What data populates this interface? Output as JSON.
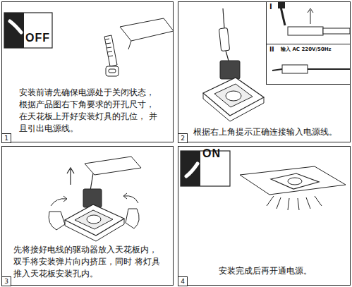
{
  "diagram": {
    "nodes": [
      {
        "text": [
          "安装前请先确保电源处于关闭状态， 根据产品图右下角要求的开孔尺寸， 在天花板上开好安装灯具的孔位， 并且引出电源线。"
        ]
      },
      {
        "text": [
          "1"
        ],
        "in": 0
      },
      {
        "text": [
          "根据右上角提示正确连接输入电源线。"
        ]
      },
      {
        "text": [
          "2"
        ],
        "in": 2
      },
      {
        "text": [
          "I"
        ],
        "in": 2
      },
      {
        "text": [
          "II",
          "输入 AC 220V/50Hz"
        ],
        "in": 2
      },
      {
        "text": [
          "先将接好电线的驱动器放入天花板内， 双手将安装弹片向内挤压，同时 将灯具推入天花板安装孔内。"
        ]
      },
      {
        "text": [
          "3"
        ],
        "in": 6
      },
      {
        "text": [
          "安装完成后再开通电源。"
        ]
      },
      {
        "text": [
          "4"
        ],
        "in": 8
      }
    ],
    "edges": [],
    "labels": [
      "OFF",
      "ON"
    ]
  }
}
